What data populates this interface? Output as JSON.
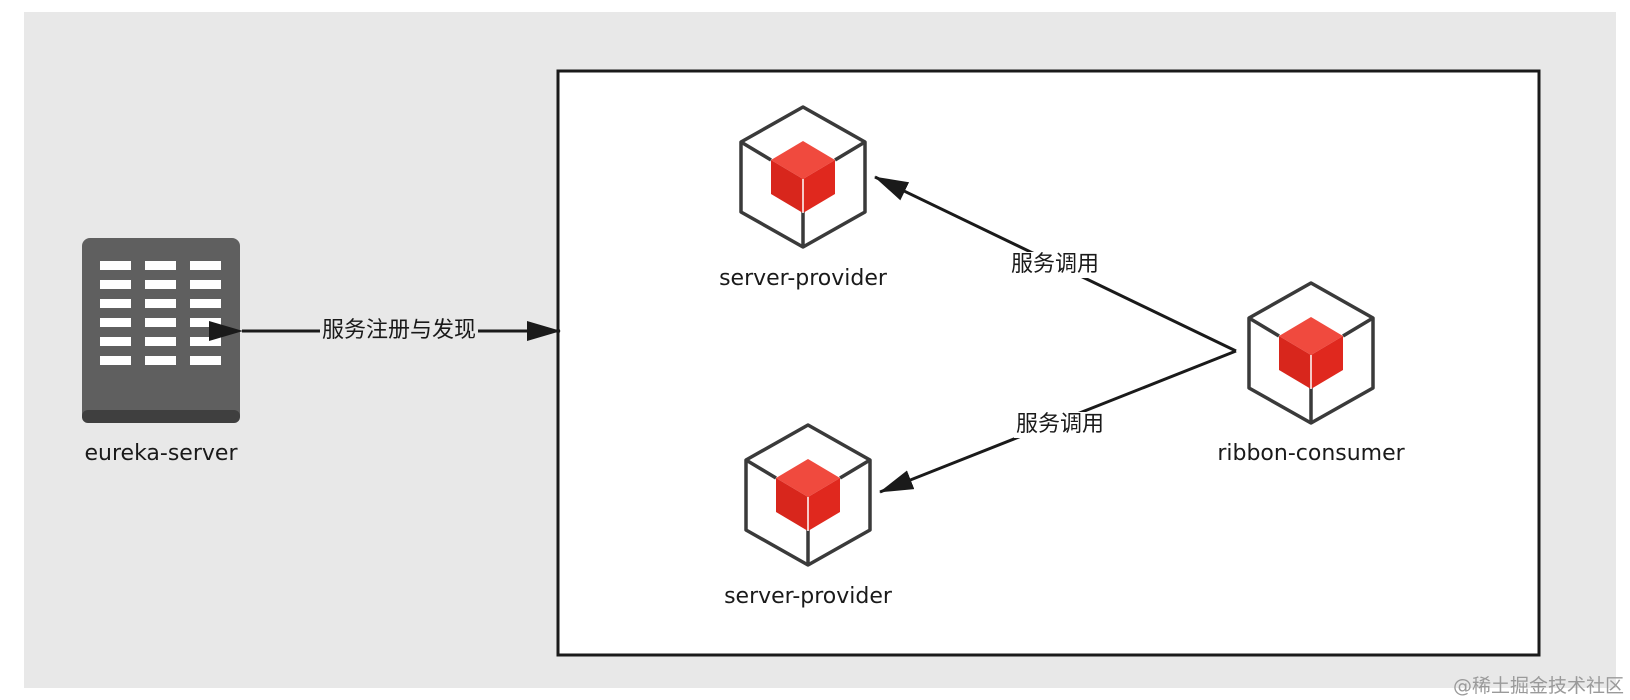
{
  "nodes": {
    "eureka_server": {
      "label": "eureka-server",
      "icon": "server-rack-icon"
    },
    "provider_top": {
      "label": "server-provider",
      "icon": "service-cube-icon"
    },
    "provider_bottom": {
      "label": "server-provider",
      "icon": "service-cube-icon"
    },
    "consumer": {
      "label": "ribbon-consumer",
      "icon": "service-cube-icon"
    }
  },
  "edges": {
    "registry": {
      "label": "服务注册与发现",
      "from": "eureka-server",
      "to": "service-group",
      "direction": "both"
    },
    "call_top": {
      "label": "服务调用",
      "from": "ribbon-consumer",
      "to": "server-provider"
    },
    "call_bottom": {
      "label": "服务调用",
      "from": "ribbon-consumer",
      "to": "server-provider"
    }
  },
  "watermark": "@稀土掘金技术社区",
  "colors": {
    "canvas_bg": "#e8e8e8",
    "group_bg": "#ffffff",
    "group_border": "#1a1a1a",
    "server_body": "#5f5f5f",
    "server_slots": "#ffffff",
    "cube_accent": "#e0281e",
    "cube_outline": "#3a3a3a",
    "arrow": "#1a1a1a"
  }
}
